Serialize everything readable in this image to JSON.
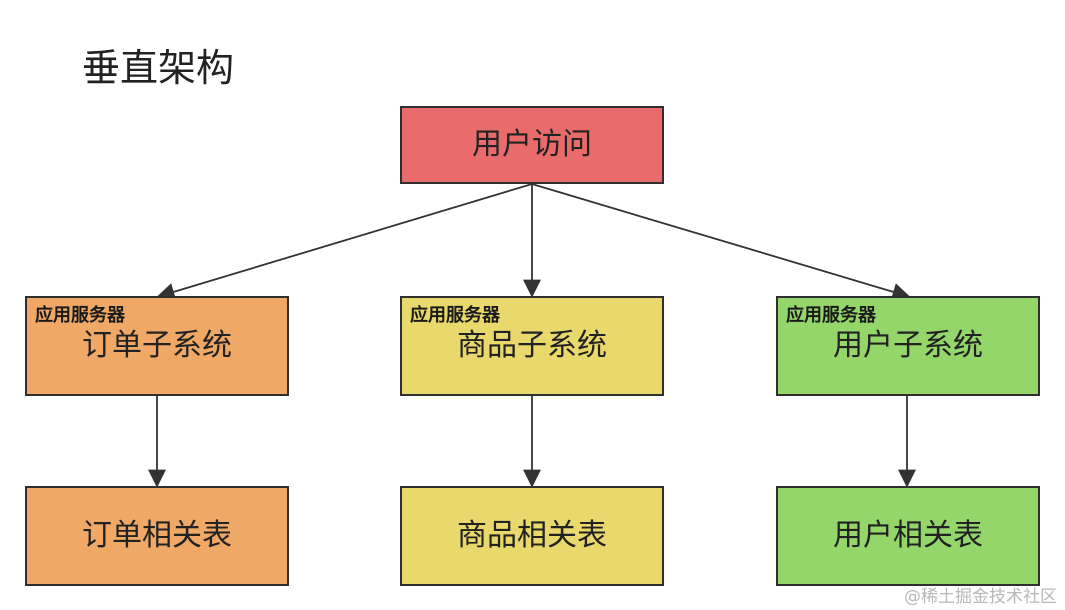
{
  "title": "垂直架构",
  "colors": {
    "access": "#ea6b6b",
    "order": "#efa866",
    "product": "#e9d86b",
    "user": "#94d66a",
    "border": "#2f2f2f",
    "arrow": "#333333"
  },
  "access": {
    "label": "用户访问"
  },
  "systems": [
    {
      "caption": "应用服务器",
      "label": "订单子系统",
      "table_label": "订单相关表"
    },
    {
      "caption": "应用服务器",
      "label": "商品子系统",
      "table_label": "商品相关表"
    },
    {
      "caption": "应用服务器",
      "label": "用户子系统",
      "table_label": "用户相关表"
    }
  ],
  "watermark": "@稀土掘金技术社区"
}
